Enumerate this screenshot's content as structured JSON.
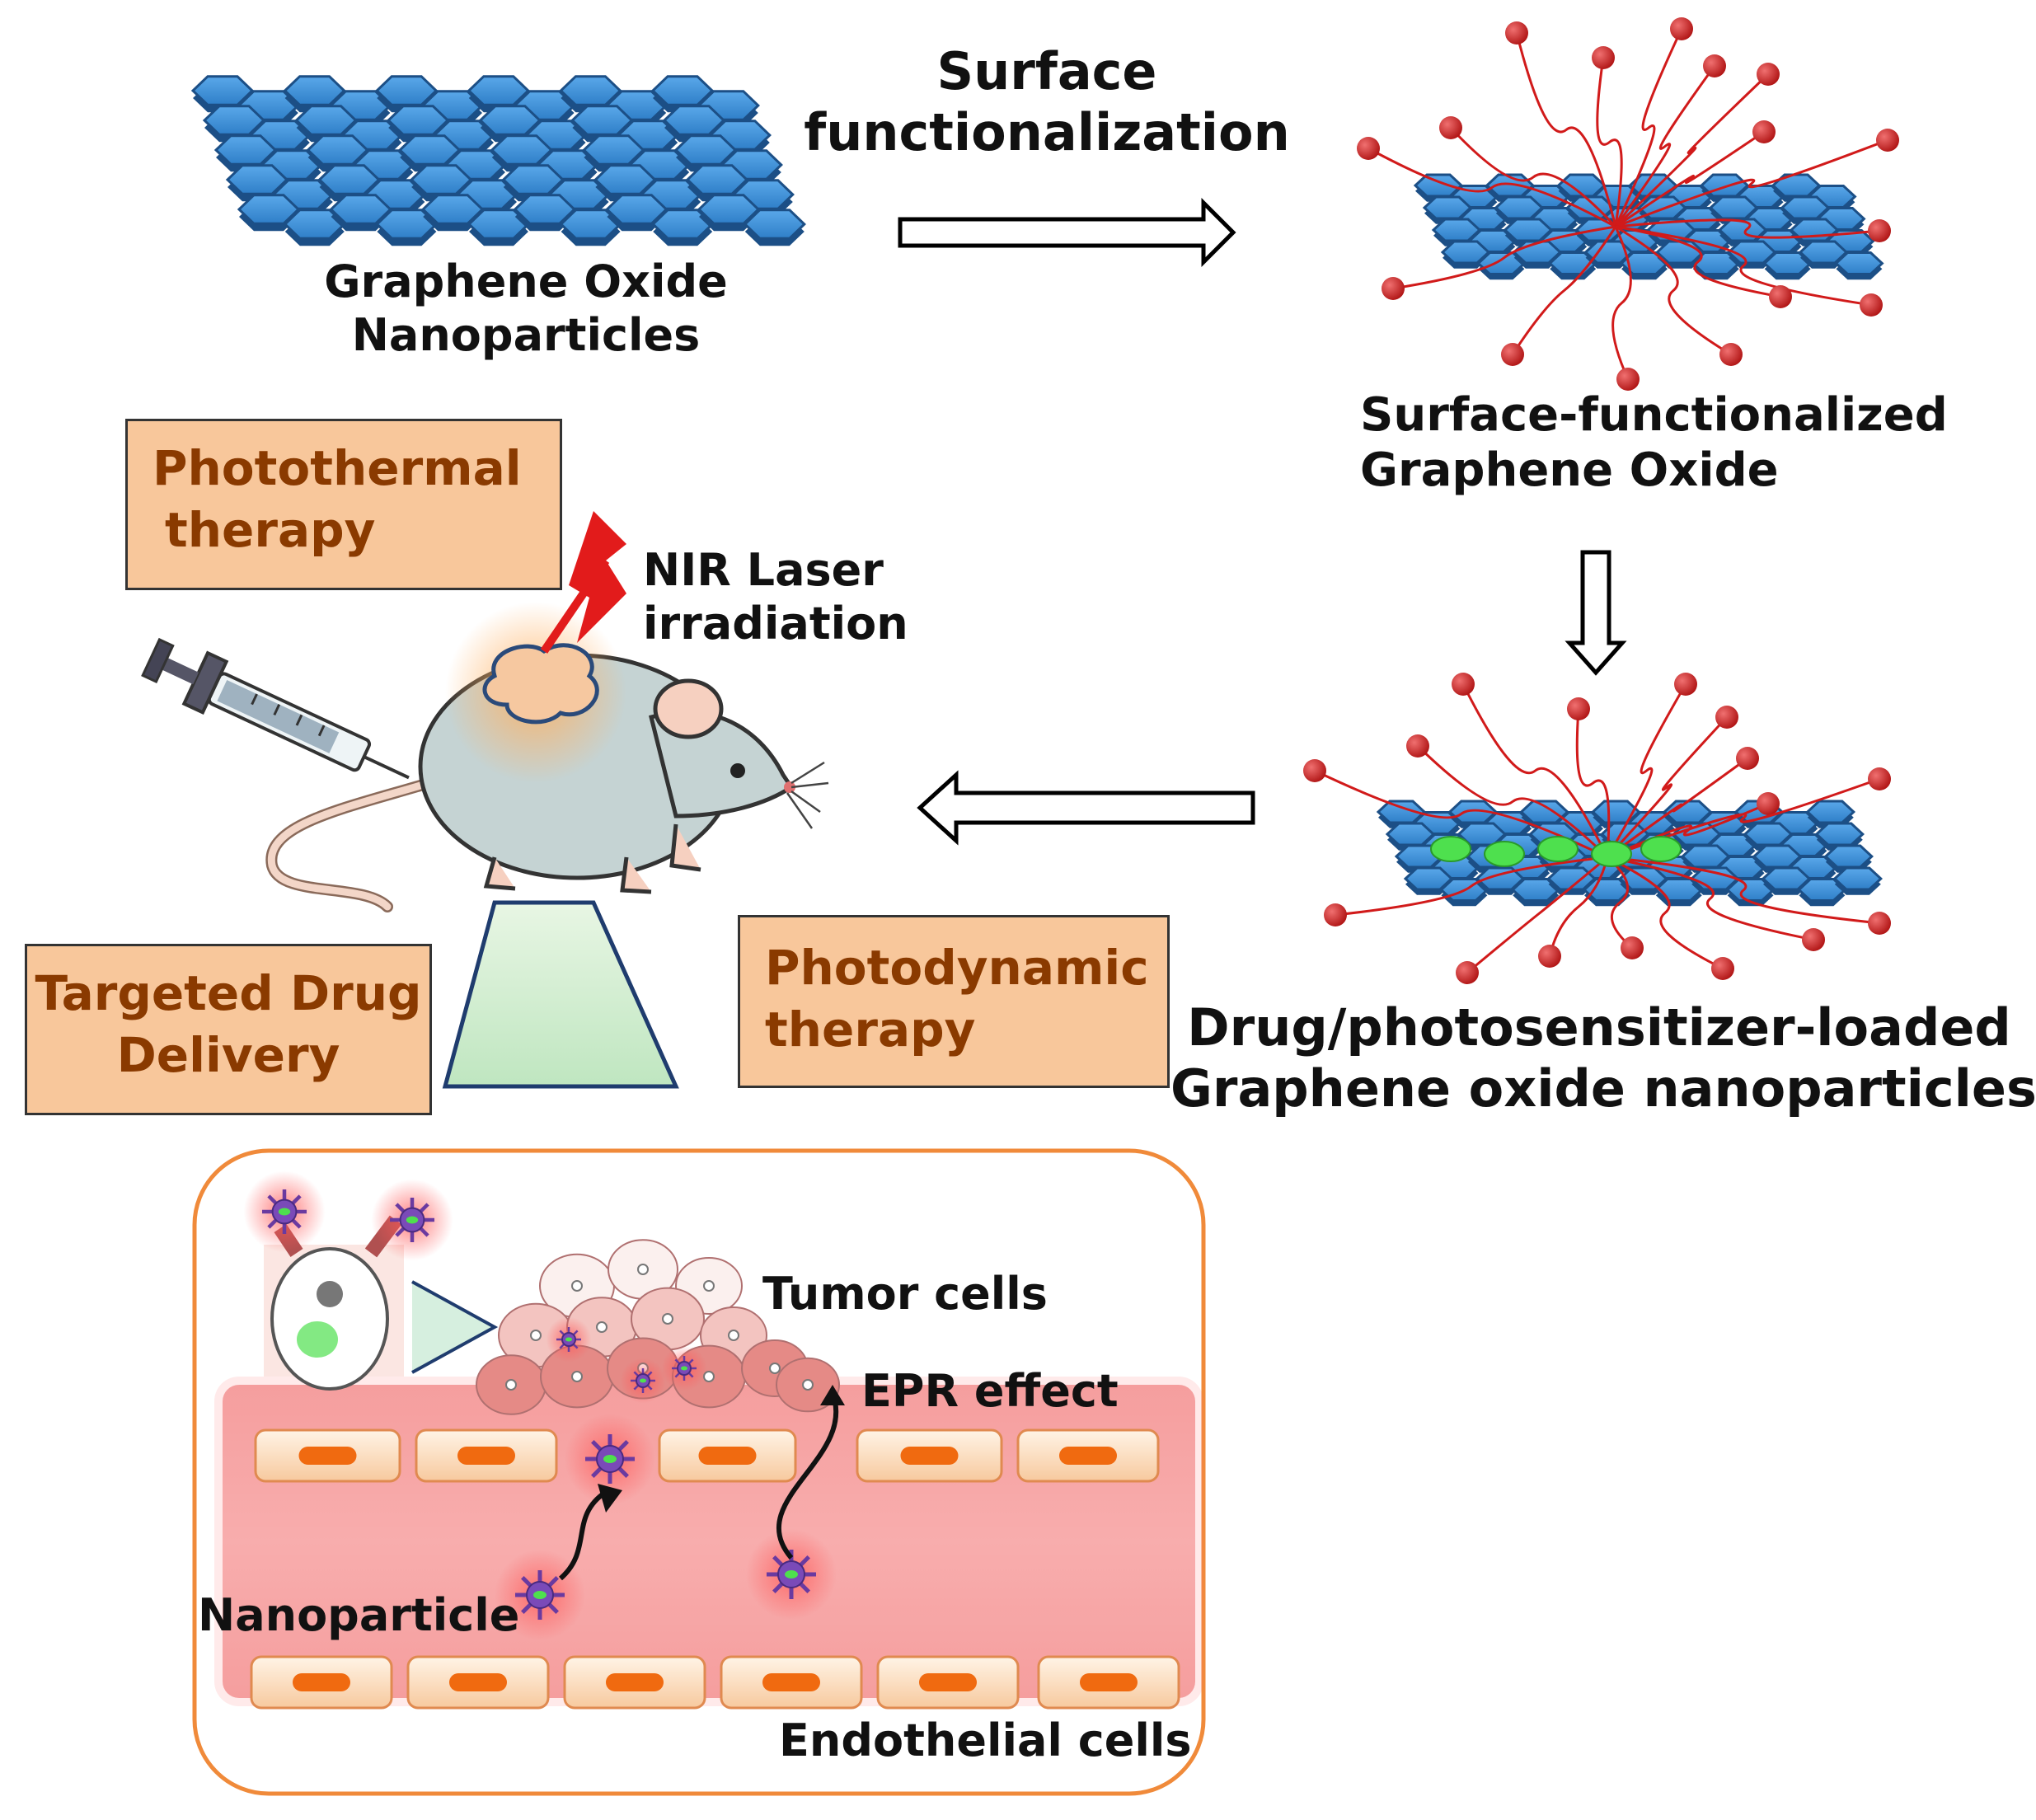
{
  "labels": {
    "go_nanoparticles": [
      "Graphene Oxide",
      "Nanoparticles"
    ],
    "surface_functionalization": [
      "Surface",
      "functionalization"
    ],
    "surface_functionalized_go": [
      "Surface-functionalized",
      "Graphene Oxide"
    ],
    "nir_laser": [
      "NIR Laser",
      "irradiation"
    ],
    "drug_loaded": [
      "Drug/photosensitizer-loaded",
      "Graphene oxide nanoparticles"
    ],
    "tumor_cells": "Tumor cells",
    "epr_effect": "EPR effect",
    "nanoparticle": "Nanoparticle",
    "endothelial_cells": "Endothelial cells"
  },
  "therapy_boxes": {
    "photothermal": [
      "Photothermal",
      "therapy"
    ],
    "targeted": [
      "Targeted Drug",
      "Delivery"
    ],
    "photodynamic": [
      "Photodynamic",
      "therapy"
    ]
  },
  "colors": {
    "graphene": "#2f7fc8",
    "graphene_dark": "#1c4f86",
    "chain": "#d11a1a",
    "bead": "#d02020",
    "drug_dot": "#4ee04e",
    "box_fill": "#f8c79b",
    "box_text": "#8a3a00",
    "vessel": "#f39a9a",
    "frame": "#f08a3a",
    "cell_nucleus": "#f06a10"
  }
}
